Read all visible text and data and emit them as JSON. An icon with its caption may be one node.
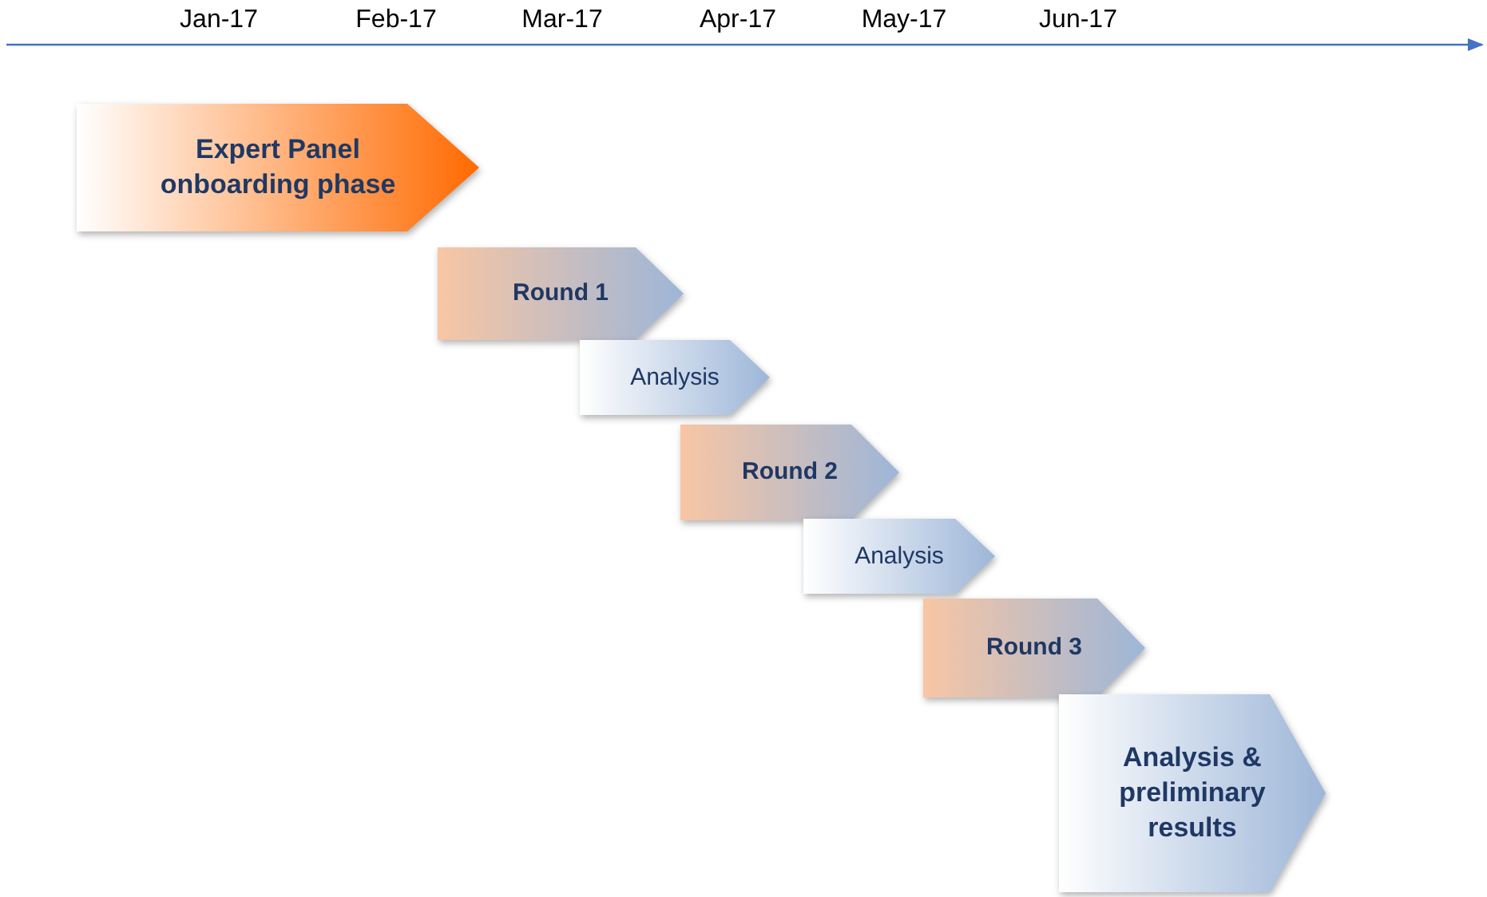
{
  "diagram": {
    "nodes": [
      {
        "text": [
          "Expert Panel onboarding phase"
        ]
      },
      {
        "text": [
          "Round 1"
        ]
      },
      {
        "text": [
          "Analysis"
        ]
      },
      {
        "text": [
          "Round 2"
        ]
      },
      {
        "text": [
          "Analysis"
        ]
      },
      {
        "text": [
          "Round 3"
        ]
      },
      {
        "text": [
          "Analysis & preliminary results"
        ]
      }
    ],
    "edges": [],
    "labels": [
      "Jan-17",
      "Feb-17",
      "Mar-17",
      "Apr-17",
      "May-17",
      "Jun-17"
    ]
  }
}
